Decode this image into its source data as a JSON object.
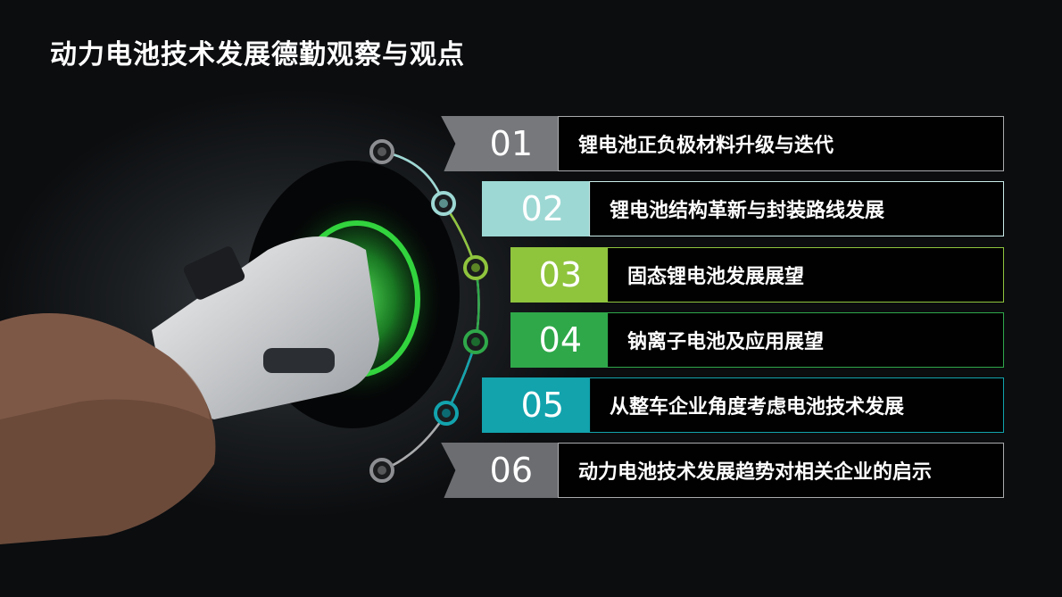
{
  "title": "动力电池技术发展德勤观察与观点",
  "items": [
    {
      "num": "01",
      "label": "锂电池正负极材料升级与迭代",
      "color": "#76787b",
      "border": "#a9abad"
    },
    {
      "num": "02",
      "label": "锂电池结构革新与封装路线发展",
      "color": "#9dd8d4",
      "border": "#c9ece9"
    },
    {
      "num": "03",
      "label": "固态锂电池发展展望",
      "color": "#8fc43d",
      "border": "#8fc43d"
    },
    {
      "num": "04",
      "label": "钠离子电池及应用展望",
      "color": "#2fa84a",
      "border": "#2fa84a"
    },
    {
      "num": "05",
      "label": "从整车企业角度考虑电池技术发展",
      "color": "#12a3ad",
      "border": "#12a3ad"
    },
    {
      "num": "06",
      "label": "动力电池技术发展趋势对相关企业的启示",
      "color": "#6b6d70",
      "border": "#a9abad"
    }
  ],
  "icons": {
    "node": "ring-node-icon"
  }
}
